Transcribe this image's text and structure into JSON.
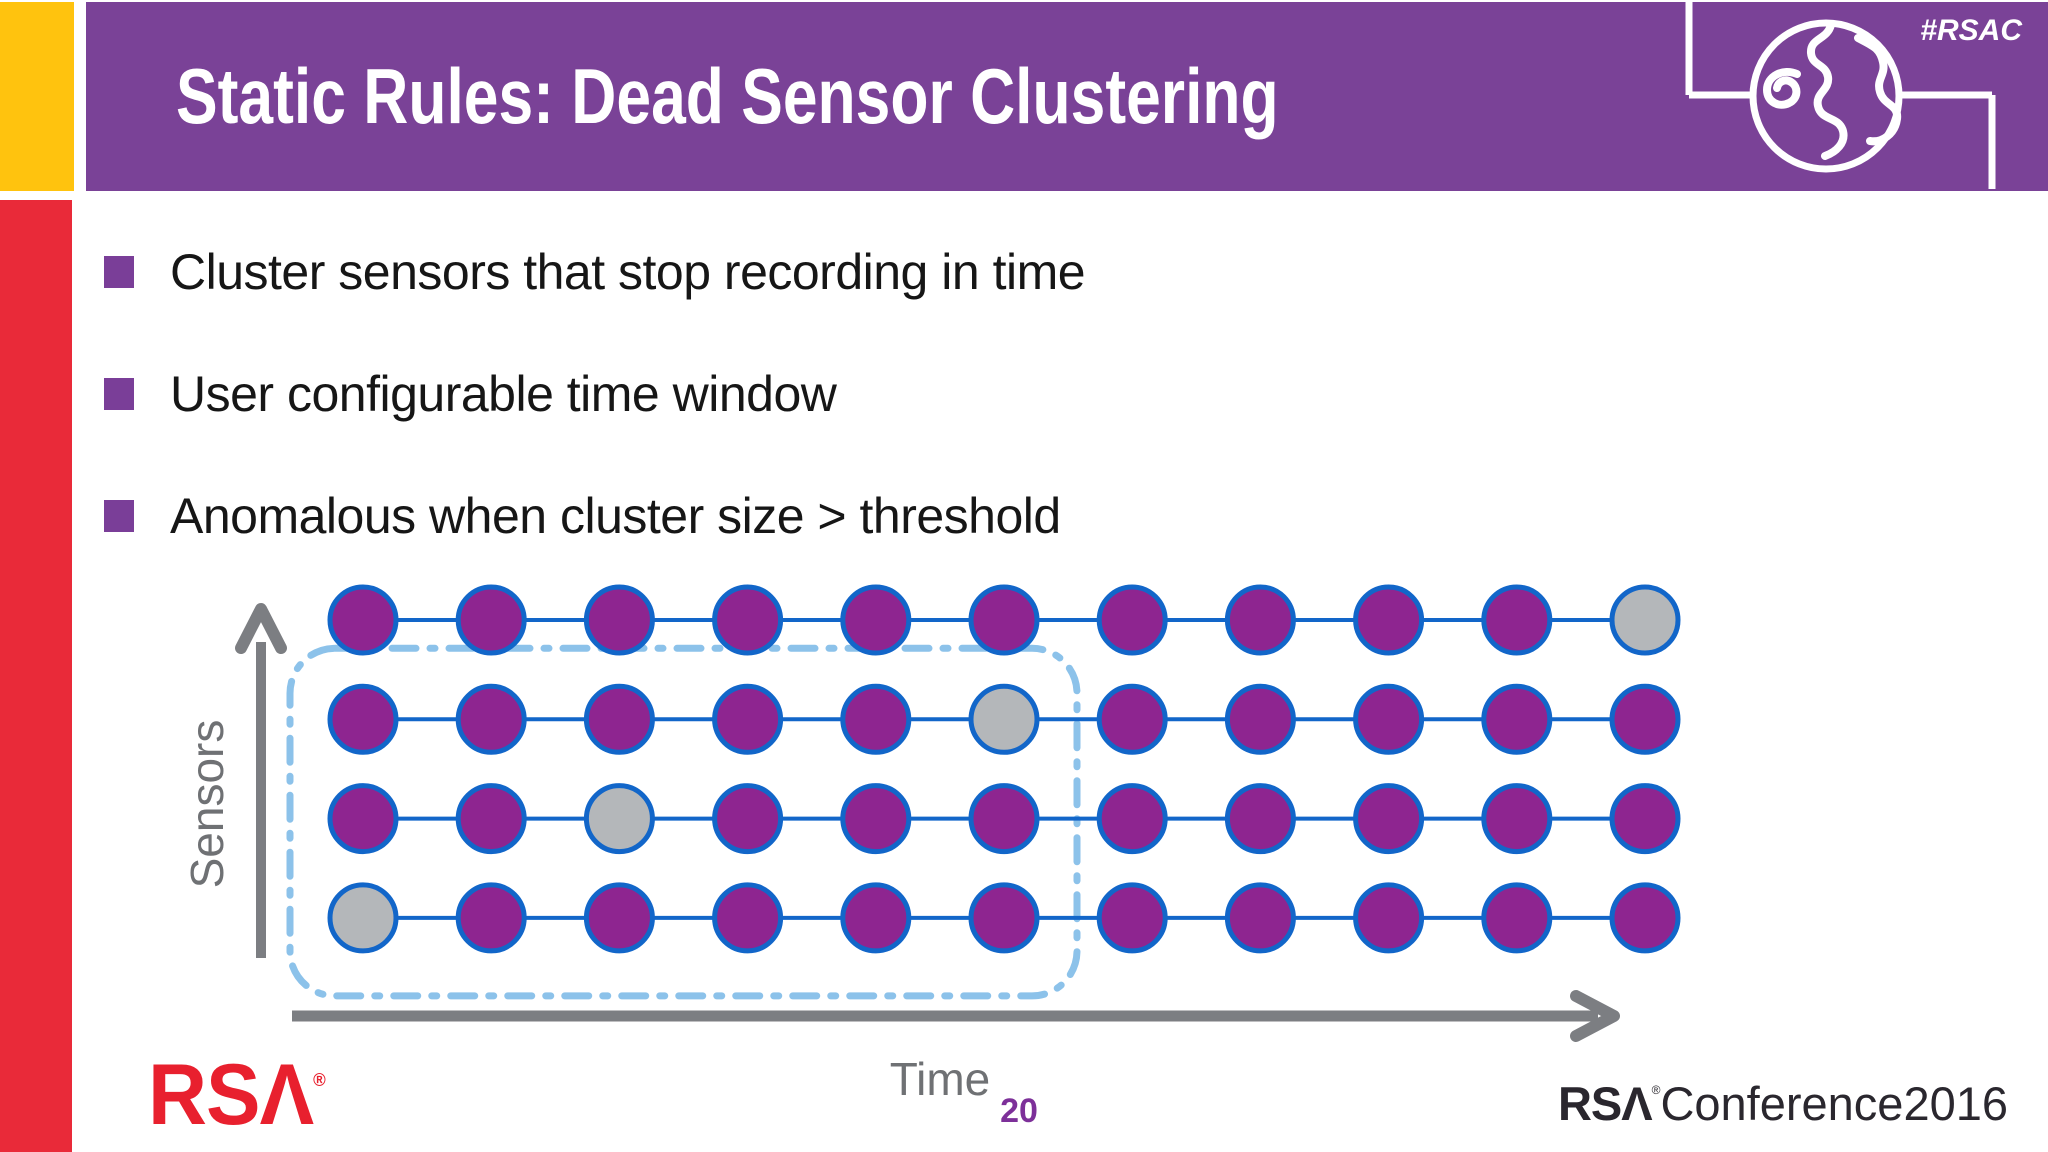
{
  "slide": {
    "title": "Static Rules: Dead Sensor Clustering",
    "hashtag": "#RSAC",
    "page_number": "20",
    "bullets": [
      {
        "text": "Cluster sensors that stop recording in time"
      },
      {
        "text": "User configurable time window"
      },
      {
        "text": "Anomalous when cluster size > threshold"
      }
    ]
  },
  "diagram": {
    "x_axis_label": "Time",
    "y_axis_label": "Sensors",
    "rows": 4,
    "cols": 11,
    "dead_sensors": [
      [
        1,
        11
      ],
      [
        2,
        6
      ],
      [
        3,
        3
      ],
      [
        4,
        1
      ]
    ],
    "cluster_window": {
      "row_start": 2,
      "row_end": 4,
      "col_start": 1,
      "col_end": 6
    },
    "colors": {
      "sensor_fill": "#8E2590",
      "sensor_dead_fill": "#B4B7BA",
      "sensor_stroke": "#1266C9",
      "timeline_stroke": "#1266C9",
      "cluster_window_stroke": "#8CC2EA",
      "axis": "#7C7E82"
    }
  },
  "footer": {
    "rsa_logo_text": "RSA",
    "registered_mark": "®",
    "conference_logo_bold": "RSA",
    "conference_logo_rest": "Conference2016"
  },
  "theme": {
    "header_purple": "#7A4297",
    "accent_yellow": "#FFC30E",
    "accent_red": "#E92A39",
    "bullet_purple": "#7A3E98",
    "rsa_red": "#E8202E",
    "page_number_purple": "#7D3099"
  }
}
